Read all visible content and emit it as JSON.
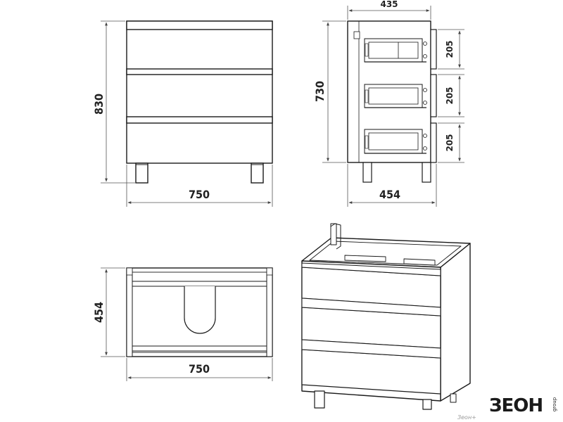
{
  "front_view": {
    "height_label": "830",
    "width_label": "750"
  },
  "side_view": {
    "depth_top_label": "435",
    "height_label": "730",
    "depth_bottom_label": "454",
    "drawer_height_labels": [
      "205",
      "205",
      "205"
    ]
  },
  "top_view": {
    "depth_label": "454",
    "width_label": "750"
  },
  "brand": {
    "logo_text": "ЗЕОН",
    "logo_subtext": "group",
    "watermark": "Зеон+"
  },
  "colors": {
    "line": "#1a1a1a",
    "dim_line": "#555555",
    "fill": "#ffffff"
  }
}
